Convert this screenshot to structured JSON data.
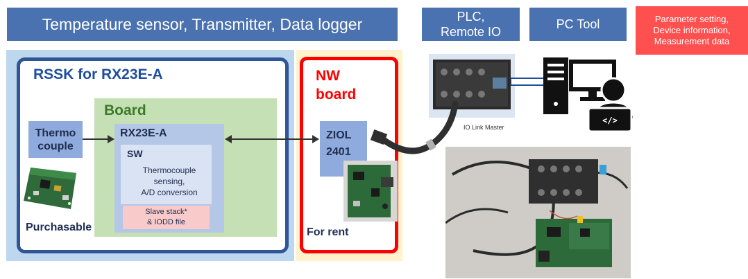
{
  "header": {
    "title": "Temperature sensor, Transmitter, Data logger",
    "plc_line1": "PLC,",
    "plc_line2": "Remote IO",
    "pc_tool": "PC Tool",
    "param_line1": "Parameter setting,",
    "param_line2": "Device information,",
    "param_line3": "Measurement data"
  },
  "rssk": {
    "title": "RSSK for RX23E-A",
    "purchasable": "Purchasable",
    "thermo_line1": "Thermo",
    "thermo_line2": "couple",
    "board": {
      "title": "Board",
      "mcu": "RX23E-A",
      "sw_title": "SW",
      "sw_line1": "Thermocouple",
      "sw_line2": "sensing,",
      "sw_line3": "A/D conversion",
      "slave_line1": "Slave stack*",
      "slave_line2": "& IODD file"
    }
  },
  "nw": {
    "title_line1": "NW",
    "title_line2": "board",
    "ziol_line1": "ZIOL",
    "ziol_line2": "2401",
    "for_rent": "For rent"
  },
  "master_label": "IO Link Master",
  "colors": {
    "banner_blue": "#4a72b0",
    "rssk_border": "#2f5597",
    "nw_border": "#ff0000",
    "board_green": "#c5e0b4",
    "param_red": "#ff5050"
  },
  "icons": [
    "pc-tower-icon",
    "monitor-icon",
    "developer-person-icon",
    "arrow-right-icon",
    "double-arrow-icon"
  ]
}
